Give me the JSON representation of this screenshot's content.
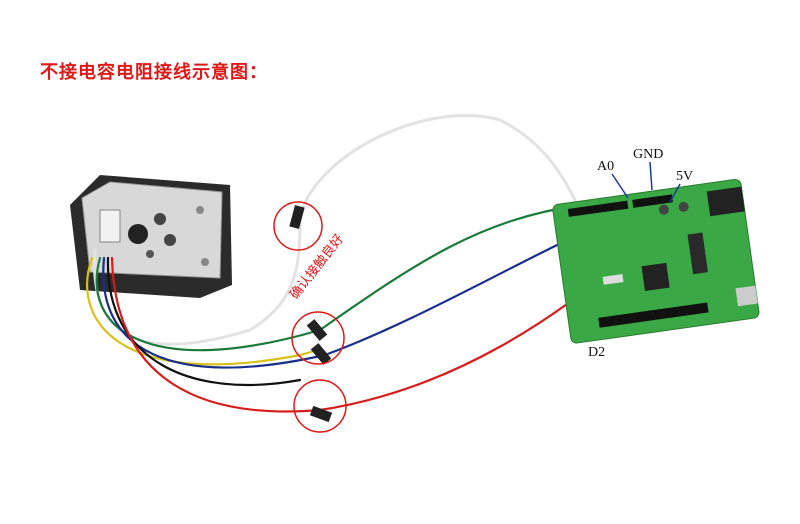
{
  "title": "不接电容电阻接线示意图：",
  "labels": {
    "a0": "A0",
    "gnd": "GND",
    "v5": "5V",
    "d2": "D2"
  },
  "note": "确认接触良好",
  "colors": {
    "title": "#e01818",
    "wire_white": "#e8e8e8",
    "wire_green": "#1a7a3a",
    "wire_blue": "#1a2e8c",
    "wire_red": "#d81c1c",
    "wire_yellow": "#d8c21a",
    "wire_black": "#111111",
    "board": "#3aa845",
    "sensor_body": "#2b2b2b"
  },
  "icons": [
    "sensor-module",
    "arduino-board",
    "connector",
    "highlight-circle"
  ]
}
